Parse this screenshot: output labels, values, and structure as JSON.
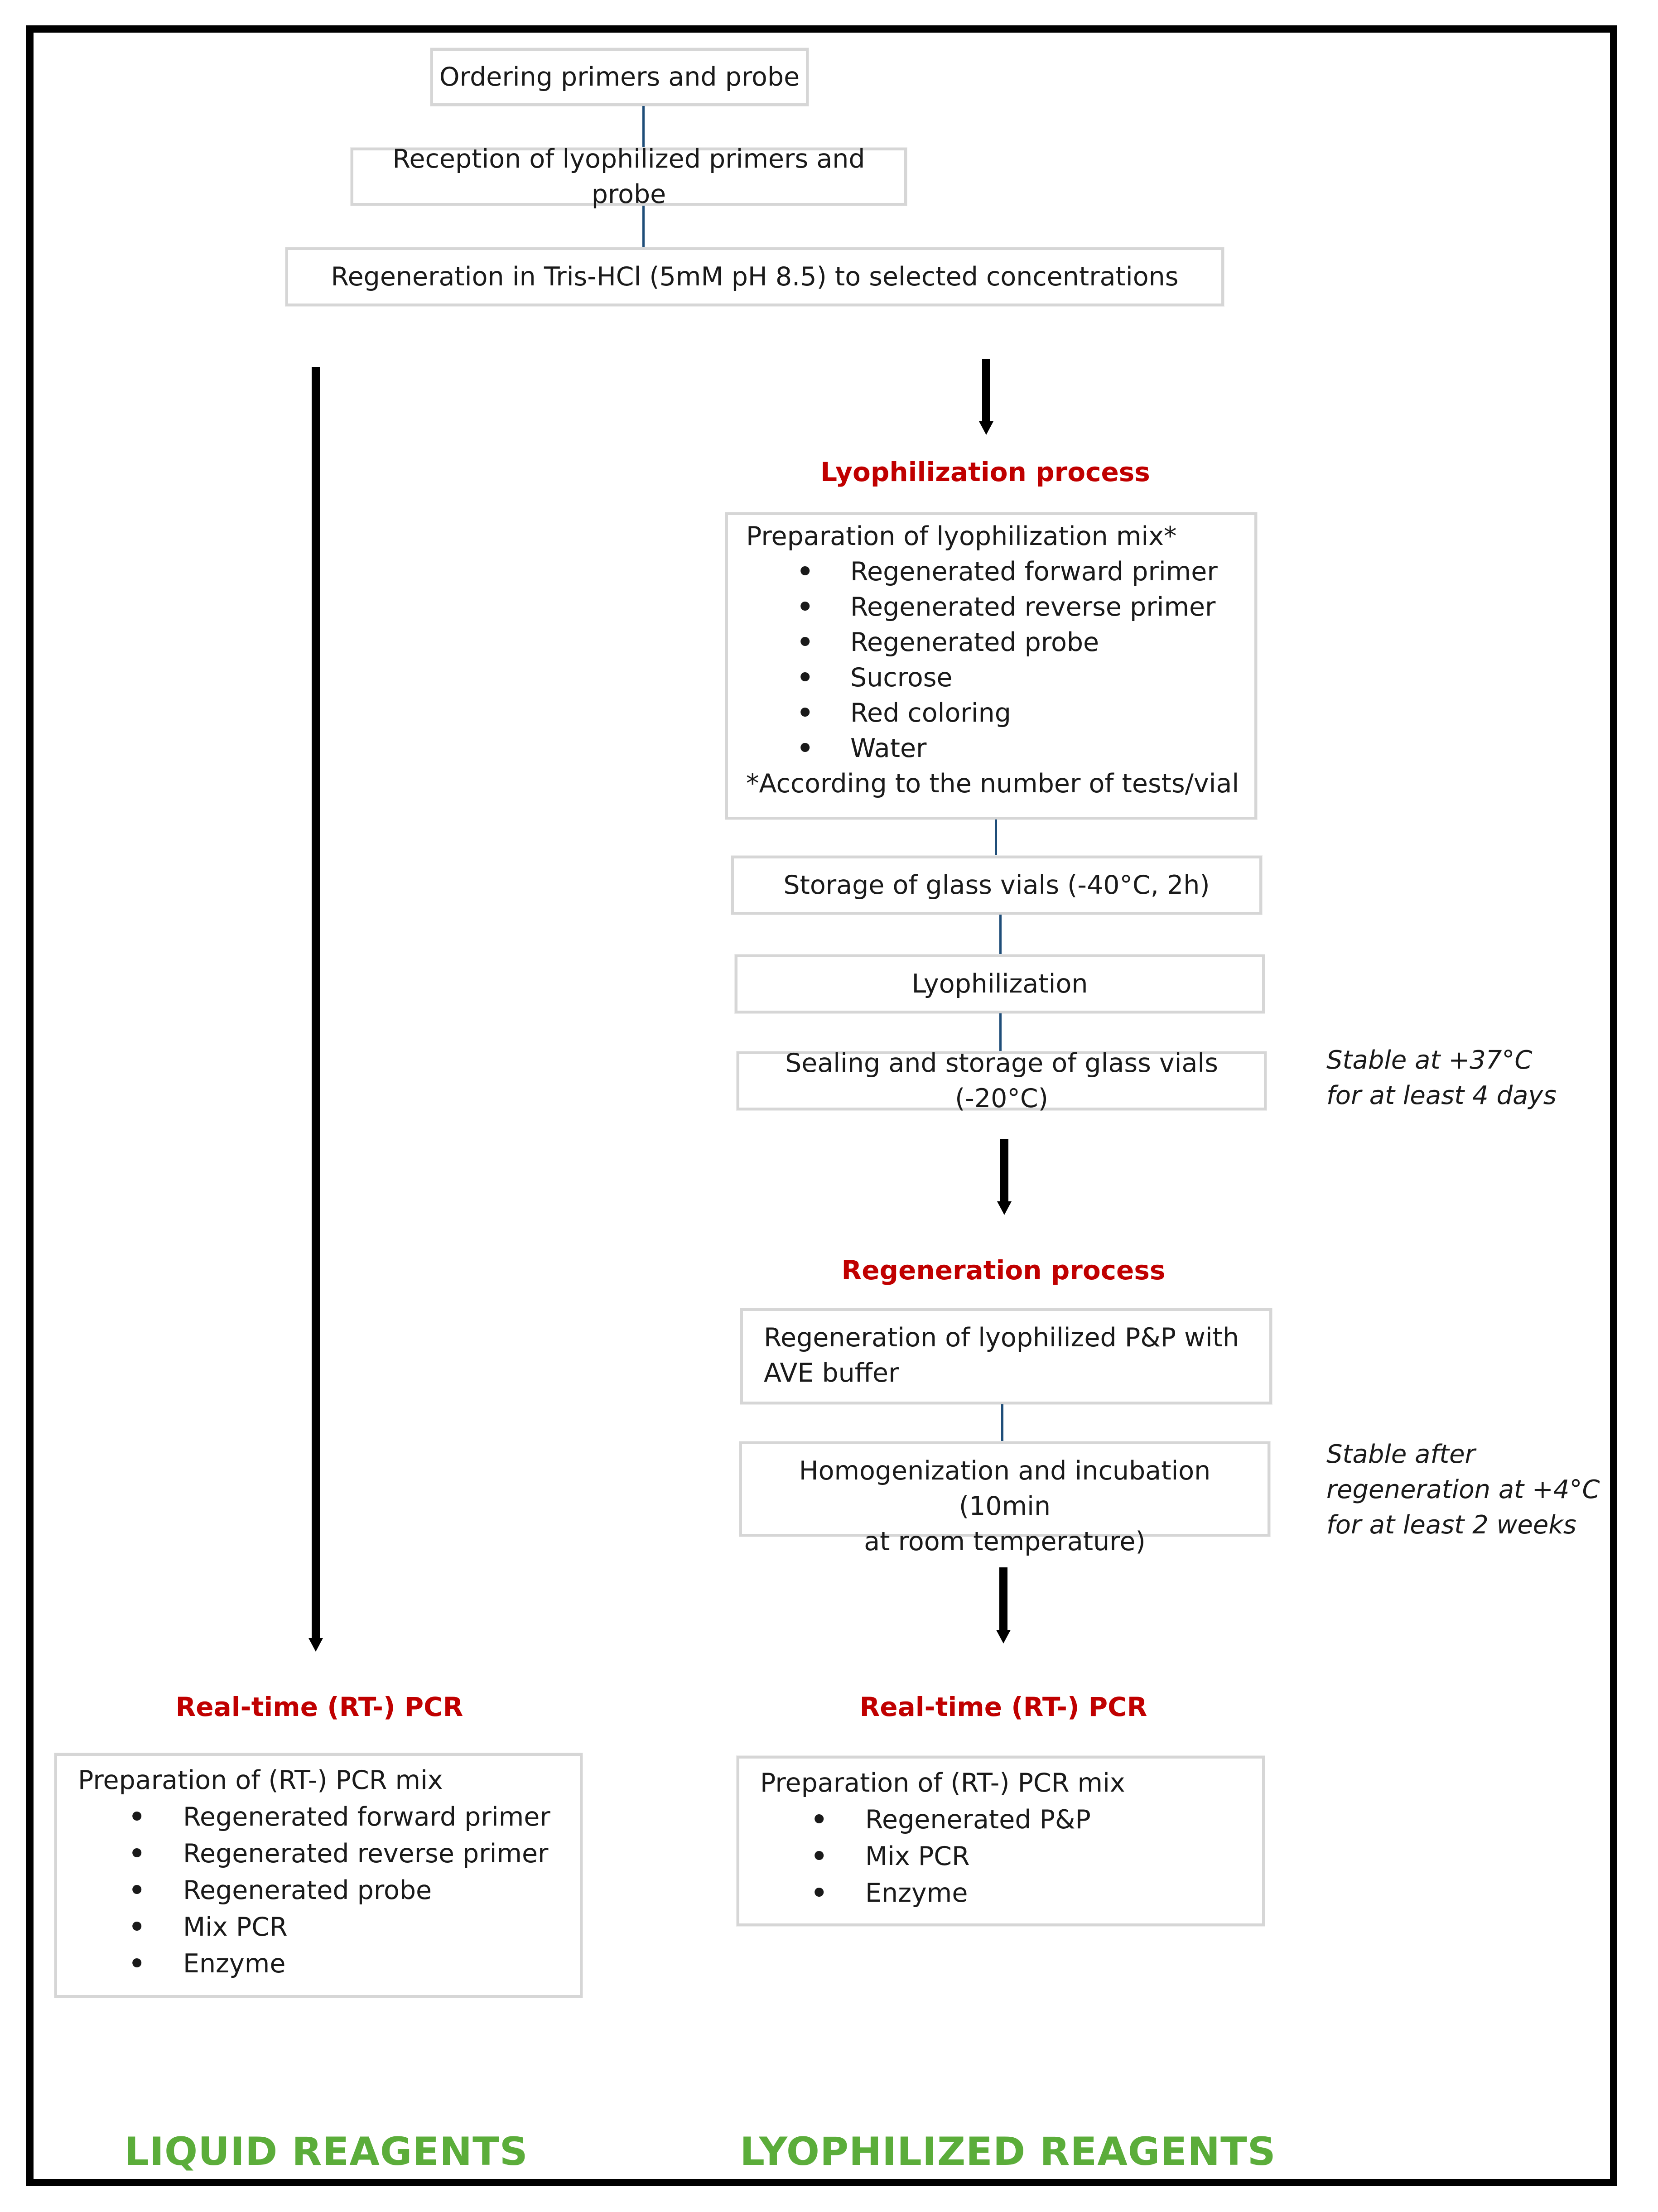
{
  "top_steps": {
    "step1": "Ordering primers and probe",
    "step2": "Reception of lyophilized primers and probe",
    "step3": "Regeneration in Tris-HCl (5mM pH 8.5) to selected concentrations"
  },
  "lyophilization": {
    "heading": "Lyophilization process",
    "mix_title": "Preparation of lyophilization mix*",
    "mix_items": [
      "Regenerated forward primer",
      "Regenerated reverse primer",
      "Regenerated probe",
      "Sucrose",
      "Red coloring",
      "Water"
    ],
    "mix_footnote": "*According to the number of tests/vial",
    "storage": "Storage of glass vials (-40°C, 2h)",
    "lyophilization_step": "Lyophilization",
    "sealing": "Sealing and storage of glass vials (-20°C)",
    "stability_note": [
      "Stable at +37°C",
      "for at least 4 days"
    ]
  },
  "regeneration": {
    "heading": "Regeneration process",
    "step1": [
      "Regeneration of lyophilized P&P with",
      "AVE buffer"
    ],
    "step2": [
      "Homogenization and incubation (10min",
      "at room temperature)"
    ],
    "stability_note": [
      "Stable after",
      "regeneration at +4°C",
      "for at least 2 weeks"
    ]
  },
  "pcr_left": {
    "heading": "Real-time (RT-) PCR",
    "mix_title": "Preparation of (RT-) PCR mix",
    "items": [
      "Regenerated forward primer",
      "Regenerated reverse primer",
      "Regenerated probe",
      "Mix PCR",
      "Enzyme"
    ]
  },
  "pcr_right": {
    "heading": "Real-time (RT-) PCR",
    "mix_title": "Preparation of (RT-) PCR mix",
    "items": [
      "Regenerated P&P",
      "Mix PCR",
      "Enzyme"
    ]
  },
  "columns": {
    "left": "LIQUID REAGENTS",
    "right": "LYOPHILIZED REAGENTS"
  },
  "bullet_glyph": "•",
  "colors": {
    "red_heading": "#c00000",
    "green_heading": "#5bad3a",
    "connector": "#1f4e79"
  }
}
